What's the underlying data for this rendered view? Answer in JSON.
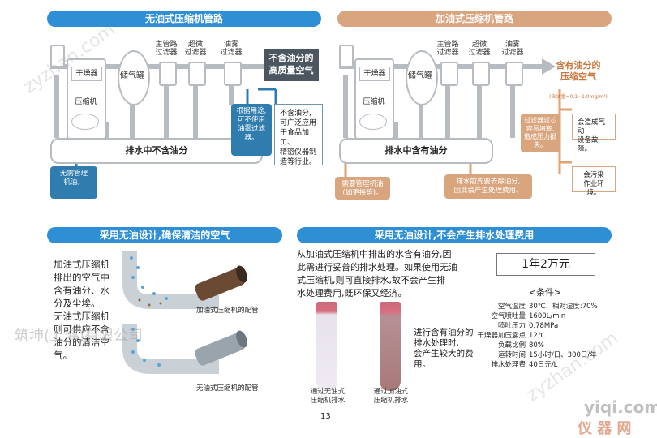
{
  "top_left": {
    "banner": "无油式压缩机管路",
    "dryer": "干燥器",
    "compressor": "压缩机",
    "tank": "储气罐",
    "filter1": "主管路\n过滤器",
    "filter2": "超微\n过滤器",
    "filter3": "油雾\n过滤器",
    "output": "不含油分的\n高质量空气",
    "drain_label": "排水中不含油分",
    "callout_oil": "无需管理\n机油。",
    "callout_filter": "根据用途,\n可不使用\n油雾过滤\n器。",
    "note": "不含油分,\n可广泛应用\n于食品加工、\n精密仪器制\n造等行业。"
  },
  "top_right": {
    "banner": "加油式压缩机管路",
    "dryer": "干燥器",
    "compressor": "压缩机",
    "tank": "储气罐",
    "filter1": "主管路\n过滤器",
    "filter2": "超微\n过滤器",
    "filter3": "油雾\n过滤器",
    "output": "含有油分的\n压缩空气",
    "output_sub": "(含油量≈0.1~1.0mg/m³)",
    "drain_label": "排水中含有油分",
    "callout_oil": "需要管理机油\n(如更换等)。",
    "callout_drain": "排水前先要去除油分,\n因此会产生处理费用。",
    "callout_filter": "过滤器滤芯\n容易堵塞,\n造成压力损\n失。",
    "note1": "会造成气动\n设备故障。",
    "note2": "会污染\n作业环境。"
  },
  "bottom_left": {
    "banner": "采用无油设计,确保清洁的空气",
    "paragraph": "加油式压缩机\n排出的空气中\n含有油分、水\n分及尘埃。\n无油式压缩机\n则可供应不含\n油分的清洁空\n气。",
    "caption_oil": "加油式压缩机的配管",
    "caption_oilfree": "无油式压缩机的配管"
  },
  "bottom_right": {
    "banner": "采用无油设计,不会产生排水处理费用",
    "paragraph": "从加油式压缩机中排出的水含有油分,因\n此需进行妥善的排水处理。如果使用无油\n式压缩机,则可直接排水,故不会产生排\n水处理费用,既环保又经济。",
    "cost_box": "1年2万元",
    "side_text": "进行含有油分的\n排水处理时,\n会产生较大的费\n用。",
    "tube1_caption": "通过无油式\n压缩机排水",
    "tube2_caption": "通过加油式\n压缩机排水",
    "conditions_title": "<条件>",
    "conditions": [
      {
        "label": "空气温度",
        "value": "30℃、相对湿度:70%"
      },
      {
        "label": "空气喷吐量",
        "value": "1600L/min"
      },
      {
        "label": "喷吐压力",
        "value": "0.78MPa"
      },
      {
        "label": "干燥器加压露点",
        "value": "12℃"
      },
      {
        "label": "负载比例",
        "value": "80%"
      },
      {
        "label": "运转时间",
        "value": "15小时/日、300日/年"
      },
      {
        "label": "排水处理费",
        "value": "40日元/L"
      }
    ]
  },
  "page_number": "13",
  "watermarks": {
    "company": "筑坤(上海)有限公司",
    "site": "yiqi.com",
    "site_cn": "仪 器 网",
    "diag1": "zyzhan.com",
    "diag2": "zyzhan.com"
  }
}
